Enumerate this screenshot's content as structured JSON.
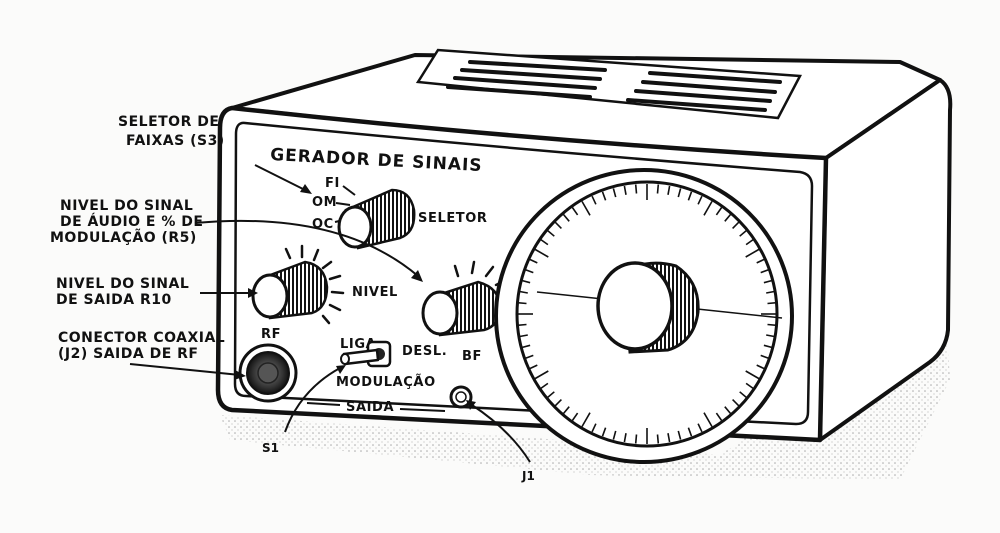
{
  "device": {
    "title": "GERADOR DE SINAIS",
    "panel": {
      "band_positions": [
        "FI",
        "OM",
        "OC"
      ],
      "selector": "SELETOR",
      "nivel": "NIVEL",
      "rf": "RF",
      "liga": "LIGA",
      "desl": "DESL.",
      "bf": "BF",
      "modulacao": "MODULAÇÃO",
      "saida": "SAIDA"
    }
  },
  "callouts": {
    "s3": [
      "SELETOR DE",
      "FAIXAS (S3)"
    ],
    "r5": [
      "NIVEL DO SINAL",
      "DE ÁUDIO E % DE",
      "MODULAÇÃO (R5)"
    ],
    "r10": [
      "NIVEL DO SINAL",
      "DE SAIDA R10"
    ],
    "j2": [
      "CONECTOR COAXIAL",
      "(J2) SAIDA DE RF"
    ],
    "s1": "S1",
    "j1": "J1"
  }
}
